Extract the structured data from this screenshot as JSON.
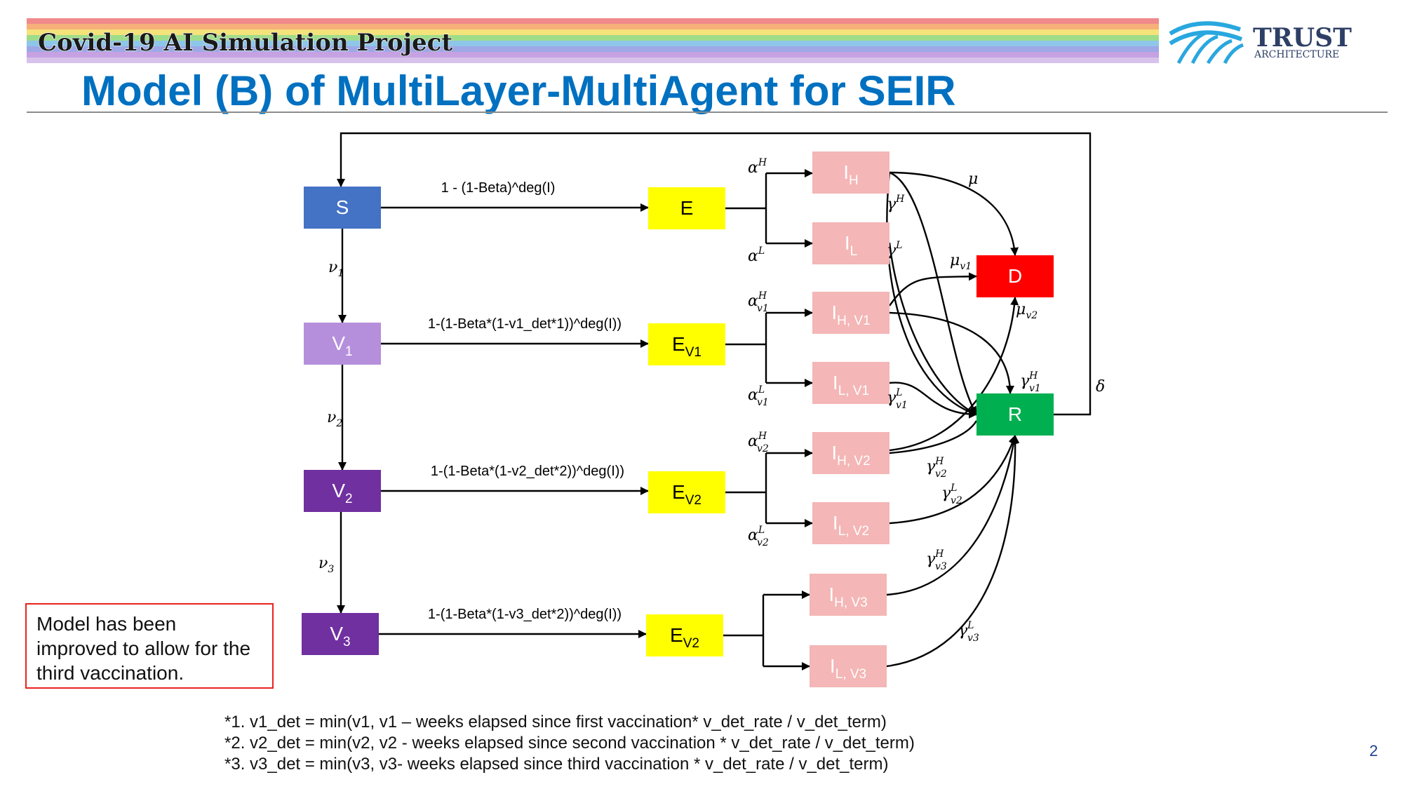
{
  "header": {
    "banner_title": "Covid-19 AI Simulation Project",
    "slide_title": "Model (B) of MultiLayer-MultiAgent for SEIR",
    "logo": {
      "name": "TRUST",
      "subtitle": "ARCHITECTURE"
    }
  },
  "diagram": {
    "nodes": {
      "S": {
        "main": "S",
        "sub": ""
      },
      "V1": {
        "main": "V",
        "sub": "1"
      },
      "V2": {
        "main": "V",
        "sub": "2"
      },
      "V3": {
        "main": "V",
        "sub": "3"
      },
      "E": {
        "main": "E",
        "sub": ""
      },
      "EV1": {
        "main": "E",
        "sub": "V1"
      },
      "EV2": {
        "main": "E",
        "sub": "V2"
      },
      "EV3": {
        "main": "E",
        "sub": "V2"
      },
      "IH": {
        "main": "I",
        "sub": "H"
      },
      "IL": {
        "main": "I",
        "sub": "L"
      },
      "IHV1": {
        "main": "I",
        "sub": "H, V1"
      },
      "ILV1": {
        "main": "I",
        "sub": "L, V1"
      },
      "IHV2": {
        "main": "I",
        "sub": "H, V2"
      },
      "ILV2": {
        "main": "I",
        "sub": "L, V2"
      },
      "IHV3": {
        "main": "I",
        "sub": "H, V3"
      },
      "ILV3": {
        "main": "I",
        "sub": "L, V3"
      },
      "D": {
        "main": "D",
        "sub": ""
      },
      "R": {
        "main": "R",
        "sub": ""
      }
    },
    "edge_labels": {
      "s_to_e": "1 - (1-Beta)^deg(I)",
      "v1_to_ev1": "1-(1-Beta*(1-v1_det*1))^deg(I))",
      "v2_to_ev2": "1-(1-Beta*(1-v2_det*2))^deg(I))",
      "v3_to_ev3": "1-(1-Beta*(1-v3_det*2))^deg(I))"
    },
    "math_labels": {
      "nu1": {
        "base": "ν",
        "sub": "1",
        "sup": ""
      },
      "nu2": {
        "base": "ν",
        "sub": "2",
        "sup": ""
      },
      "nu3": {
        "base": "ν",
        "sub": "3",
        "sup": ""
      },
      "alphaH": {
        "base": "α",
        "sub": "",
        "sup": "H"
      },
      "alphaL": {
        "base": "α",
        "sub": "",
        "sup": "L"
      },
      "alphaHv1": {
        "base": "α",
        "sub": "v1",
        "sup": "H"
      },
      "alphaLv1": {
        "base": "α",
        "sub": "v1",
        "sup": "L"
      },
      "alphaHv2": {
        "base": "α",
        "sub": "v2",
        "sup": "H"
      },
      "alphaLv2": {
        "base": "α",
        "sub": "v2",
        "sup": "L"
      },
      "gammaH": {
        "base": "γ",
        "sub": "",
        "sup": "H"
      },
      "gammaL": {
        "base": "γ",
        "sub": "",
        "sup": "L"
      },
      "gammaLv1": {
        "base": "γ",
        "sub": "v1",
        "sup": "L"
      },
      "gammaHv1": {
        "base": "γ",
        "sub": "v1",
        "sup": "H"
      },
      "gammaHv2": {
        "base": "γ",
        "sub": "v2",
        "sup": "H"
      },
      "gammaLv2": {
        "base": "γ",
        "sub": "v2",
        "sup": "L"
      },
      "gammaHv3": {
        "base": "γ",
        "sub": "v3",
        "sup": "H"
      },
      "gammaLv3": {
        "base": "γ",
        "sub": "v3",
        "sup": "L"
      },
      "mu": {
        "base": "μ",
        "sub": "",
        "sup": ""
      },
      "muv1": {
        "base": "μ",
        "sub": "v1",
        "sup": ""
      },
      "muv2": {
        "base": "μ",
        "sub": "v2",
        "sup": ""
      },
      "delta": {
        "base": "δ",
        "sub": "",
        "sup": ""
      }
    }
  },
  "note": "Model has been improved to allow for the third vaccination.",
  "footnotes": [
    "*1. v1_det = min(v1, v1 – weeks elapsed since first vaccination* v_det_rate / v_det_term)",
    "*2. v2_det = min(v2, v2 - weeks elapsed since second vaccination * v_det_rate / v_det_term)",
    "*3. v3_det = min(v3, v3- weeks elapsed since third vaccination * v_det_rate / v_det_term)"
  ],
  "page_number": "2",
  "colors": {
    "title_blue": "#0070c0",
    "s_blue": "#4472c4",
    "v1_lavender": "#b68fdc",
    "v_purple": "#7030a0",
    "e_yellow": "#ffff00",
    "i_pink": "#f4b6b6",
    "d_red": "#ff0000",
    "r_green": "#00b050",
    "note_border": "#e8231f"
  }
}
